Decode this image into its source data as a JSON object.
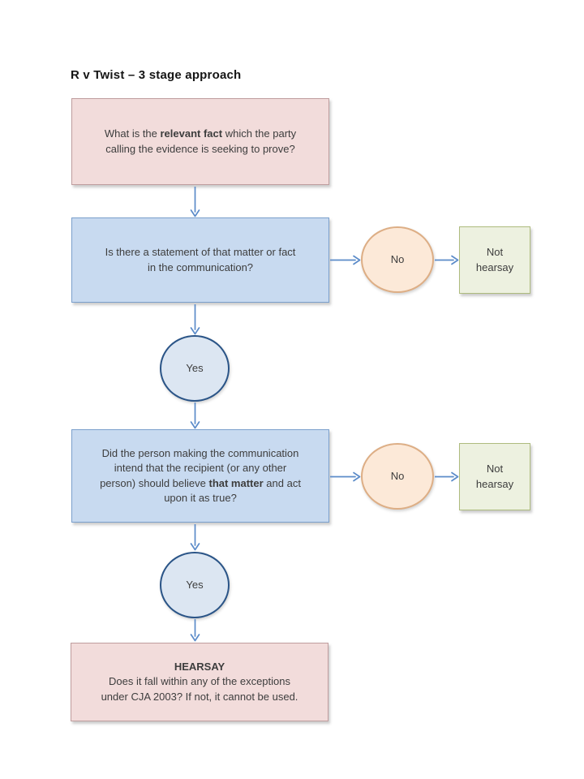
{
  "title": "R v Twist – 3 stage approach",
  "colors": {
    "pink_fill": "#f2dcdb",
    "pink_border": "#bf9d9e",
    "blue_fill": "#c8daf0",
    "blue_border": "#7ba0cc",
    "peach_fill": "#fce9d8",
    "peach_border": "#ddae85",
    "green_fill": "#edf1e0",
    "green_border": "#aebb7e",
    "lightblue_fill": "#dce6f2",
    "navy_border": "#2a5487",
    "arrow": "#5b8bc9",
    "text": "#3d3d3d"
  },
  "flow": {
    "q1": {
      "line1_pre": "What is the ",
      "line1_bold": "relevant fact",
      "line1_post": " which the party",
      "line2": "calling the evidence is seeking to prove?"
    },
    "q2": {
      "line1": "Is there a statement of that matter or fact",
      "line2": "in the communication?"
    },
    "no1": "No",
    "no2": "No",
    "yes1": "Yes",
    "yes2": "Yes",
    "not_hearsay1": {
      "line1": "Not",
      "line2": "hearsay"
    },
    "not_hearsay2": {
      "line1": "Not",
      "line2": "hearsay"
    },
    "q3": {
      "line1": "Did the person making the communication",
      "line2": "intend that the recipient (or any other",
      "line3_pre": "person) should believe ",
      "line3_bold": "that matter",
      "line3_post": " and act",
      "line4": "upon it as true?"
    },
    "result": {
      "line1": "HEARSAY",
      "line2": "Does it fall within any of the exceptions",
      "line3": "under CJA 2003? If not, it cannot be used."
    }
  }
}
